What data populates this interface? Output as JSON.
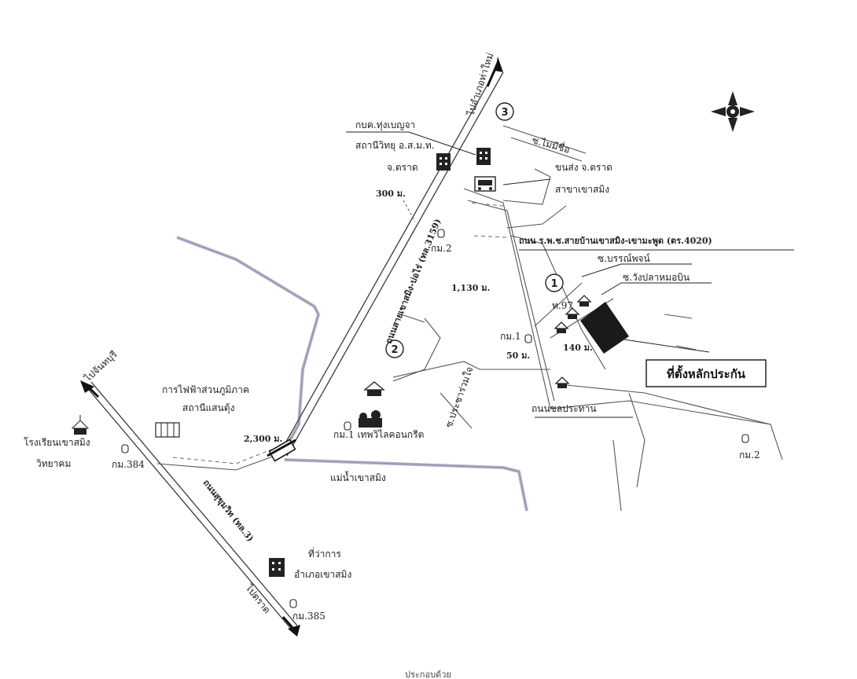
{
  "labels": {
    "to_north": "ไปอำเภอท่าใหม่",
    "road_unnamed": "ซ.ไม่มีชื่อ",
    "tor_sor_chanthaburi": "กบค.ทุ่งเบญจา",
    "radio_station_1": "สถานีวิทยุ อ.ส.ม.ท.",
    "radio_station_2": "จ.ตราด",
    "transport_1": "ขนส่ง จ.ตราด",
    "transport_2": "สาขาเขาสมิง",
    "dist_300": "300 ม.",
    "road_main_north": "ถนนสายเขาสมิง-บ่อไร่ (ทล.3159)",
    "km2_north": "กม.2",
    "road_rpch": "ถนน ร.พ.ช.สายบ้านเขาสมิง-เขามะพูด (ตร.4020)",
    "soi_bunpot": "ซ.บรรณ์พจน์",
    "soi_wang": "ซ.วังปลาหมอบิน",
    "dist_1130": "1,130 ม.",
    "km97": "ท.97",
    "km1": "กม.1",
    "dist_50": "50 ม.",
    "dist_140": "140 ม.",
    "site": "ที่ตั้งหลักประกัน",
    "pea_1": "การไฟฟ้าส่วนภูมิภาค",
    "pea_2": "สถานีแสนตุ้ง",
    "to_chanthaburi": "ไปจันทบุรี",
    "school_1": "โรงเรียนเขาสมิง",
    "school_2": "วิทยาคม",
    "km384": "กม.384",
    "dist_2300": "2,300 ม.",
    "km1_concrete": "กม.1 เทพวิไลคอนกรีต",
    "soi_prachatsamakkhi": "ซ.ประชาร่วมใจ",
    "road_chonprathan": "ถนนชลประทาน",
    "km2_east": "กม.2",
    "stream": "แม่น้ำเขาสมิง",
    "road_sukhumvit": "ถนนสุขุมวิท (ทล.3)",
    "district_office_1": "ที่ว่าการ",
    "district_office_2": "อำเภอเขาสมิง",
    "to_trat": "ไปตราด",
    "km385": "กม.385",
    "caption": "ประกอบด้วย"
  },
  "markers": {
    "circle_1": "1",
    "circle_2": "2",
    "circle_3": "3"
  },
  "icons": [
    "compass-icon",
    "building-icon",
    "house-icon",
    "km-marker-icon",
    "school-icon",
    "substation-icon",
    "bus-icon",
    "bridge-icon"
  ],
  "colors": {
    "stream": "#a9a4bf",
    "road": "#3a3a3a",
    "site_block": "#1a1a1a"
  }
}
